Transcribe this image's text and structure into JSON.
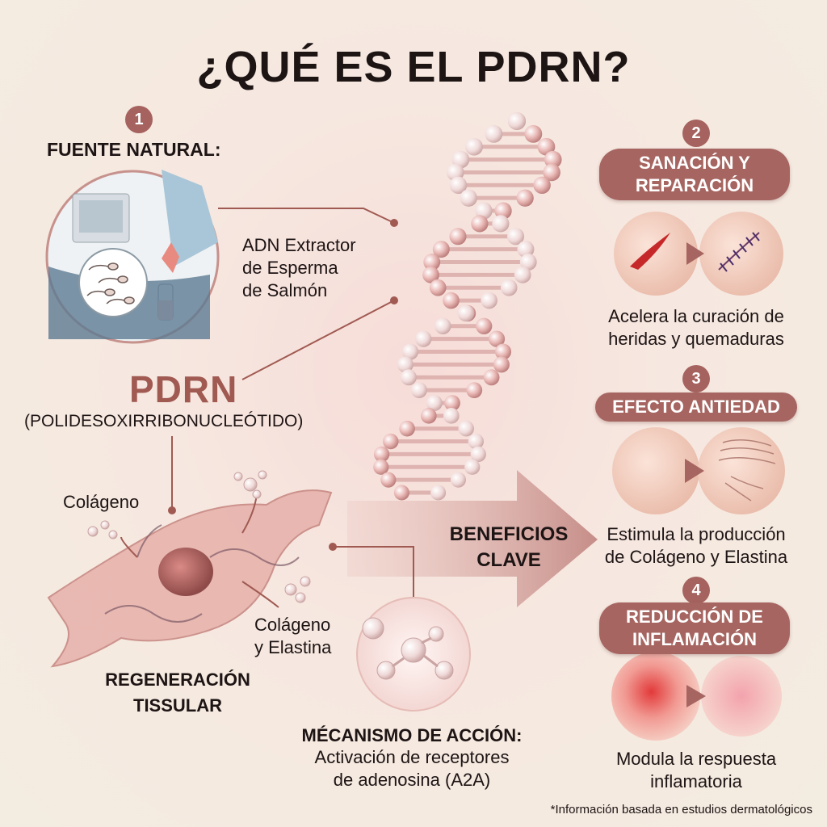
{
  "title": "¿QUÉ ES EL PDRN?",
  "source": {
    "number": "1",
    "heading": "FUENTE NATURAL:",
    "description_lines": [
      "ADN Extractor",
      "de Esperma",
      "de Salmón"
    ]
  },
  "pdrn": {
    "name": "PDRN",
    "full_name": "(POLIDESOXIRRIBONUCLEÓTIDO)"
  },
  "regeneration": {
    "label_collagen": "Colágeno",
    "label_collagen_elastin_lines": [
      "Colágeno",
      "y Elastina"
    ],
    "heading_lines": [
      "REGENERACIÓN",
      "TISSULAR"
    ]
  },
  "mechanism": {
    "heading": "MÉCANISMO DE ACCIÓN:",
    "description_lines": [
      "Activación de receptores",
      "de adenosina (A2A)"
    ]
  },
  "key_benefits_lines": [
    "BENEFICIOS",
    "CLAVE"
  ],
  "benefits": [
    {
      "number": "2",
      "title_lines": [
        "SANACIÓN Y",
        "REPARACIÓN"
      ],
      "description_lines": [
        "Acelera la curación de",
        "heridas y quemaduras"
      ]
    },
    {
      "number": "3",
      "title_lines": [
        "EFECTO ANTIEDAD"
      ],
      "description_lines": [
        "Estimula la producción",
        "de Colágeno y Elastina"
      ]
    },
    {
      "number": "4",
      "title_lines": [
        "REDUCCIÓN DE",
        "INFLAMACIÓN"
      ],
      "description_lines": [
        "Modula la respuesta",
        "inflamatoria"
      ]
    }
  ],
  "footnote": "*Información basada en estudios dermatológicos",
  "colors": {
    "accent": "#a66560",
    "pdrn_text": "#a05a52",
    "background": "#f3ece1"
  }
}
